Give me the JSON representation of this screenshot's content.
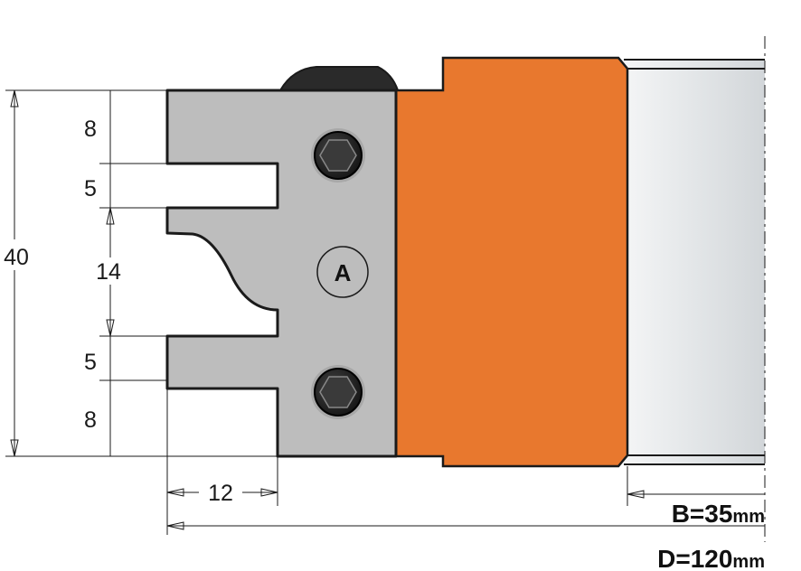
{
  "dimensions": {
    "total_height": "40",
    "segments": [
      "8",
      "5",
      "14",
      "5",
      "8"
    ],
    "profile_depth": "12"
  },
  "specs": {
    "b_label": "B=35",
    "b_unit": "mm",
    "d_label": "D=120",
    "d_unit": "mm"
  },
  "knife_marker": "A",
  "colors": {
    "body_orange": "#E8782E",
    "knife_grey": "#BDBDBD",
    "steel_light": "#E6E9EB",
    "outline": "#1a1a1a"
  }
}
